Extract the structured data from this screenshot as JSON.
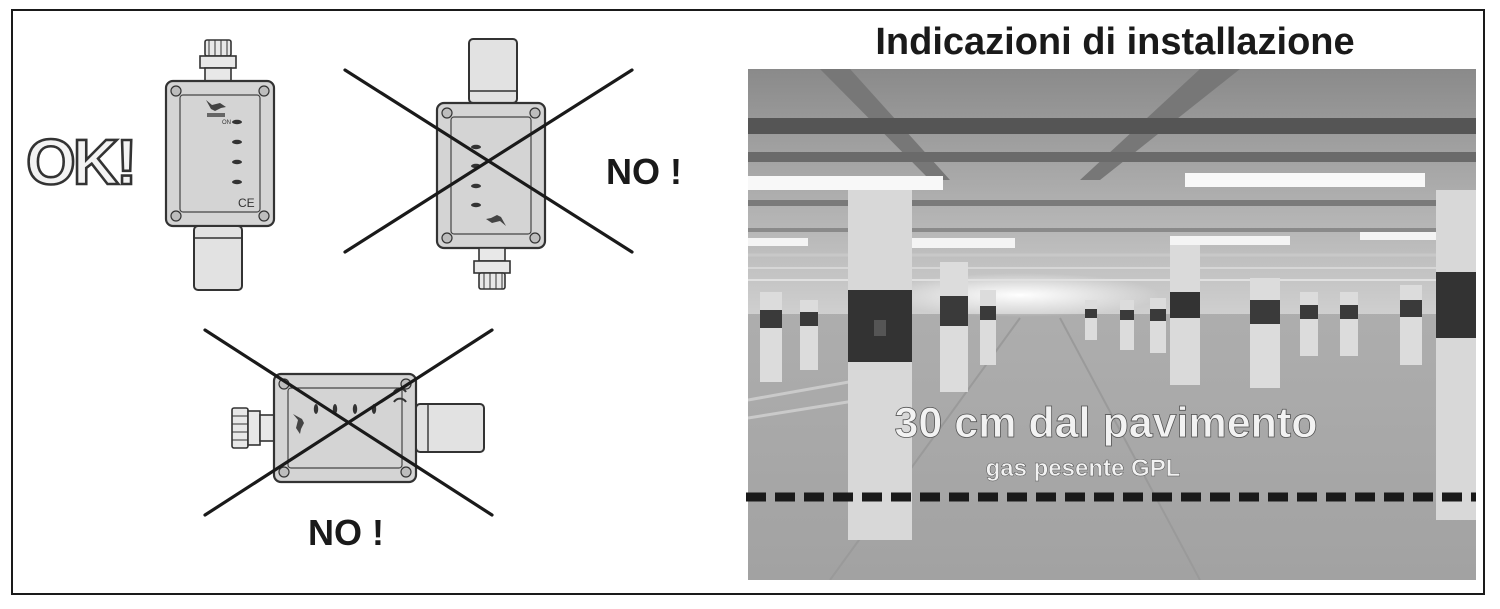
{
  "title": "Indicazioni di installazione",
  "ok_label": "OK!",
  "no_label_1": "NO !",
  "no_label_2": "NO !",
  "device_on_label": "ON",
  "device_ce_mark": "CE",
  "photo": {
    "distance_label": "30 cm dal pavimento",
    "gas_label": "gas pesente GPL"
  },
  "colors": {
    "frame": "#1a1a1a",
    "device_body": "#d4d4d4",
    "dashed_line": "#1a1a1a",
    "photo_text": "#f2f2f2"
  }
}
